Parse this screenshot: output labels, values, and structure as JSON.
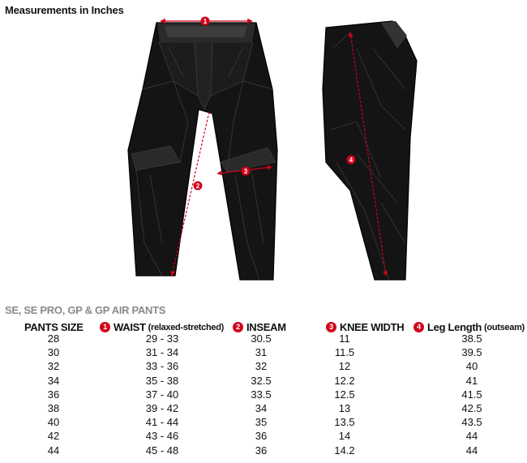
{
  "title": "Measurements in Inches",
  "subtitle": "SE, SE PRO, GP & GP AIR PANTS",
  "marker_labels": [
    "1",
    "2",
    "3",
    "4"
  ],
  "colors": {
    "marker": "#d0021b",
    "subtitle": "#8a8a8a",
    "garment": "#141414",
    "seam": "#3a3a3a"
  },
  "table": {
    "headers": {
      "size": {
        "label": "PANTS SIZE"
      },
      "waist": {
        "badge": "1",
        "label": "WAIST",
        "note": "(relaxed-stretched)"
      },
      "inseam": {
        "badge": "2",
        "label": "INSEAM"
      },
      "knee": {
        "badge": "3",
        "label": "KNEE WIDTH"
      },
      "leg": {
        "badge": "4",
        "label": "Leg Length",
        "note": "(outseam)"
      }
    },
    "rows": [
      [
        "28",
        "29 - 33",
        "30.5",
        "11",
        "38.5"
      ],
      [
        "30",
        "31 - 34",
        "31",
        "11.5",
        "39.5"
      ],
      [
        "32",
        "33 - 36",
        "32",
        "12",
        "40"
      ],
      [
        "34",
        "35 - 38",
        "32.5",
        "12.2",
        "41"
      ],
      [
        "36",
        "37 - 40",
        "33.5",
        "12.5",
        "41.5"
      ],
      [
        "38",
        "39 - 42",
        "34",
        "13",
        "42.5"
      ],
      [
        "40",
        "41 - 44",
        "35",
        "13.5",
        "43.5"
      ],
      [
        "42",
        "43 - 46",
        "36",
        "14",
        "44"
      ],
      [
        "44",
        "45 - 48",
        "36",
        "14.2",
        "44"
      ]
    ]
  }
}
